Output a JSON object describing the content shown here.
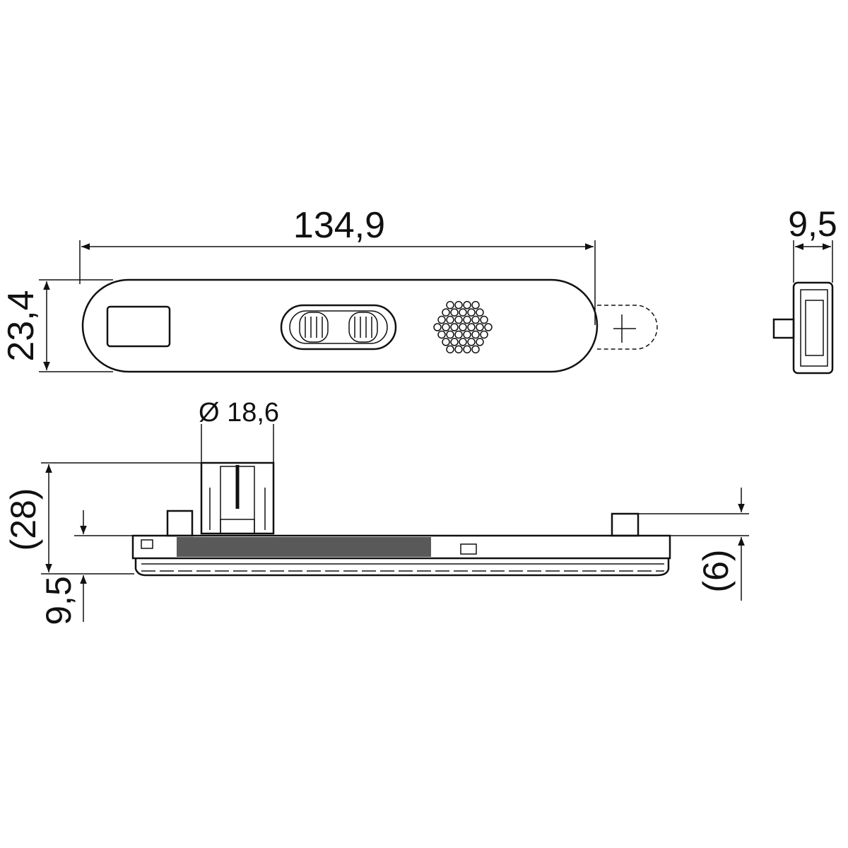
{
  "drawing": {
    "colors": {
      "line": "#111111",
      "background": "#ffffff"
    },
    "dimensions": {
      "length": "134,9",
      "width": "23,4",
      "side_depth": "9,5",
      "connector_diameter": "Ø 18,6",
      "total_height": "(28)",
      "plate_height": "9,5",
      "step_height": "(6)"
    }
  }
}
